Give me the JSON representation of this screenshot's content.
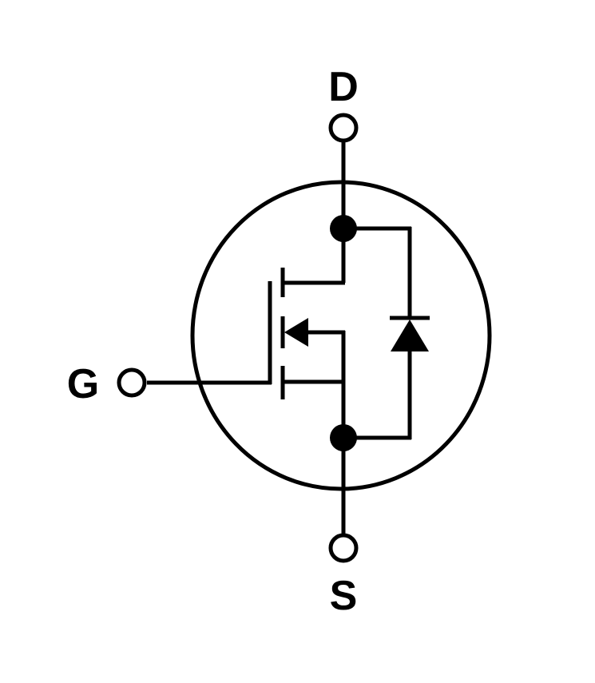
{
  "diagram": {
    "terminals": {
      "drain": "D",
      "gate": "G",
      "source": "S"
    }
  }
}
